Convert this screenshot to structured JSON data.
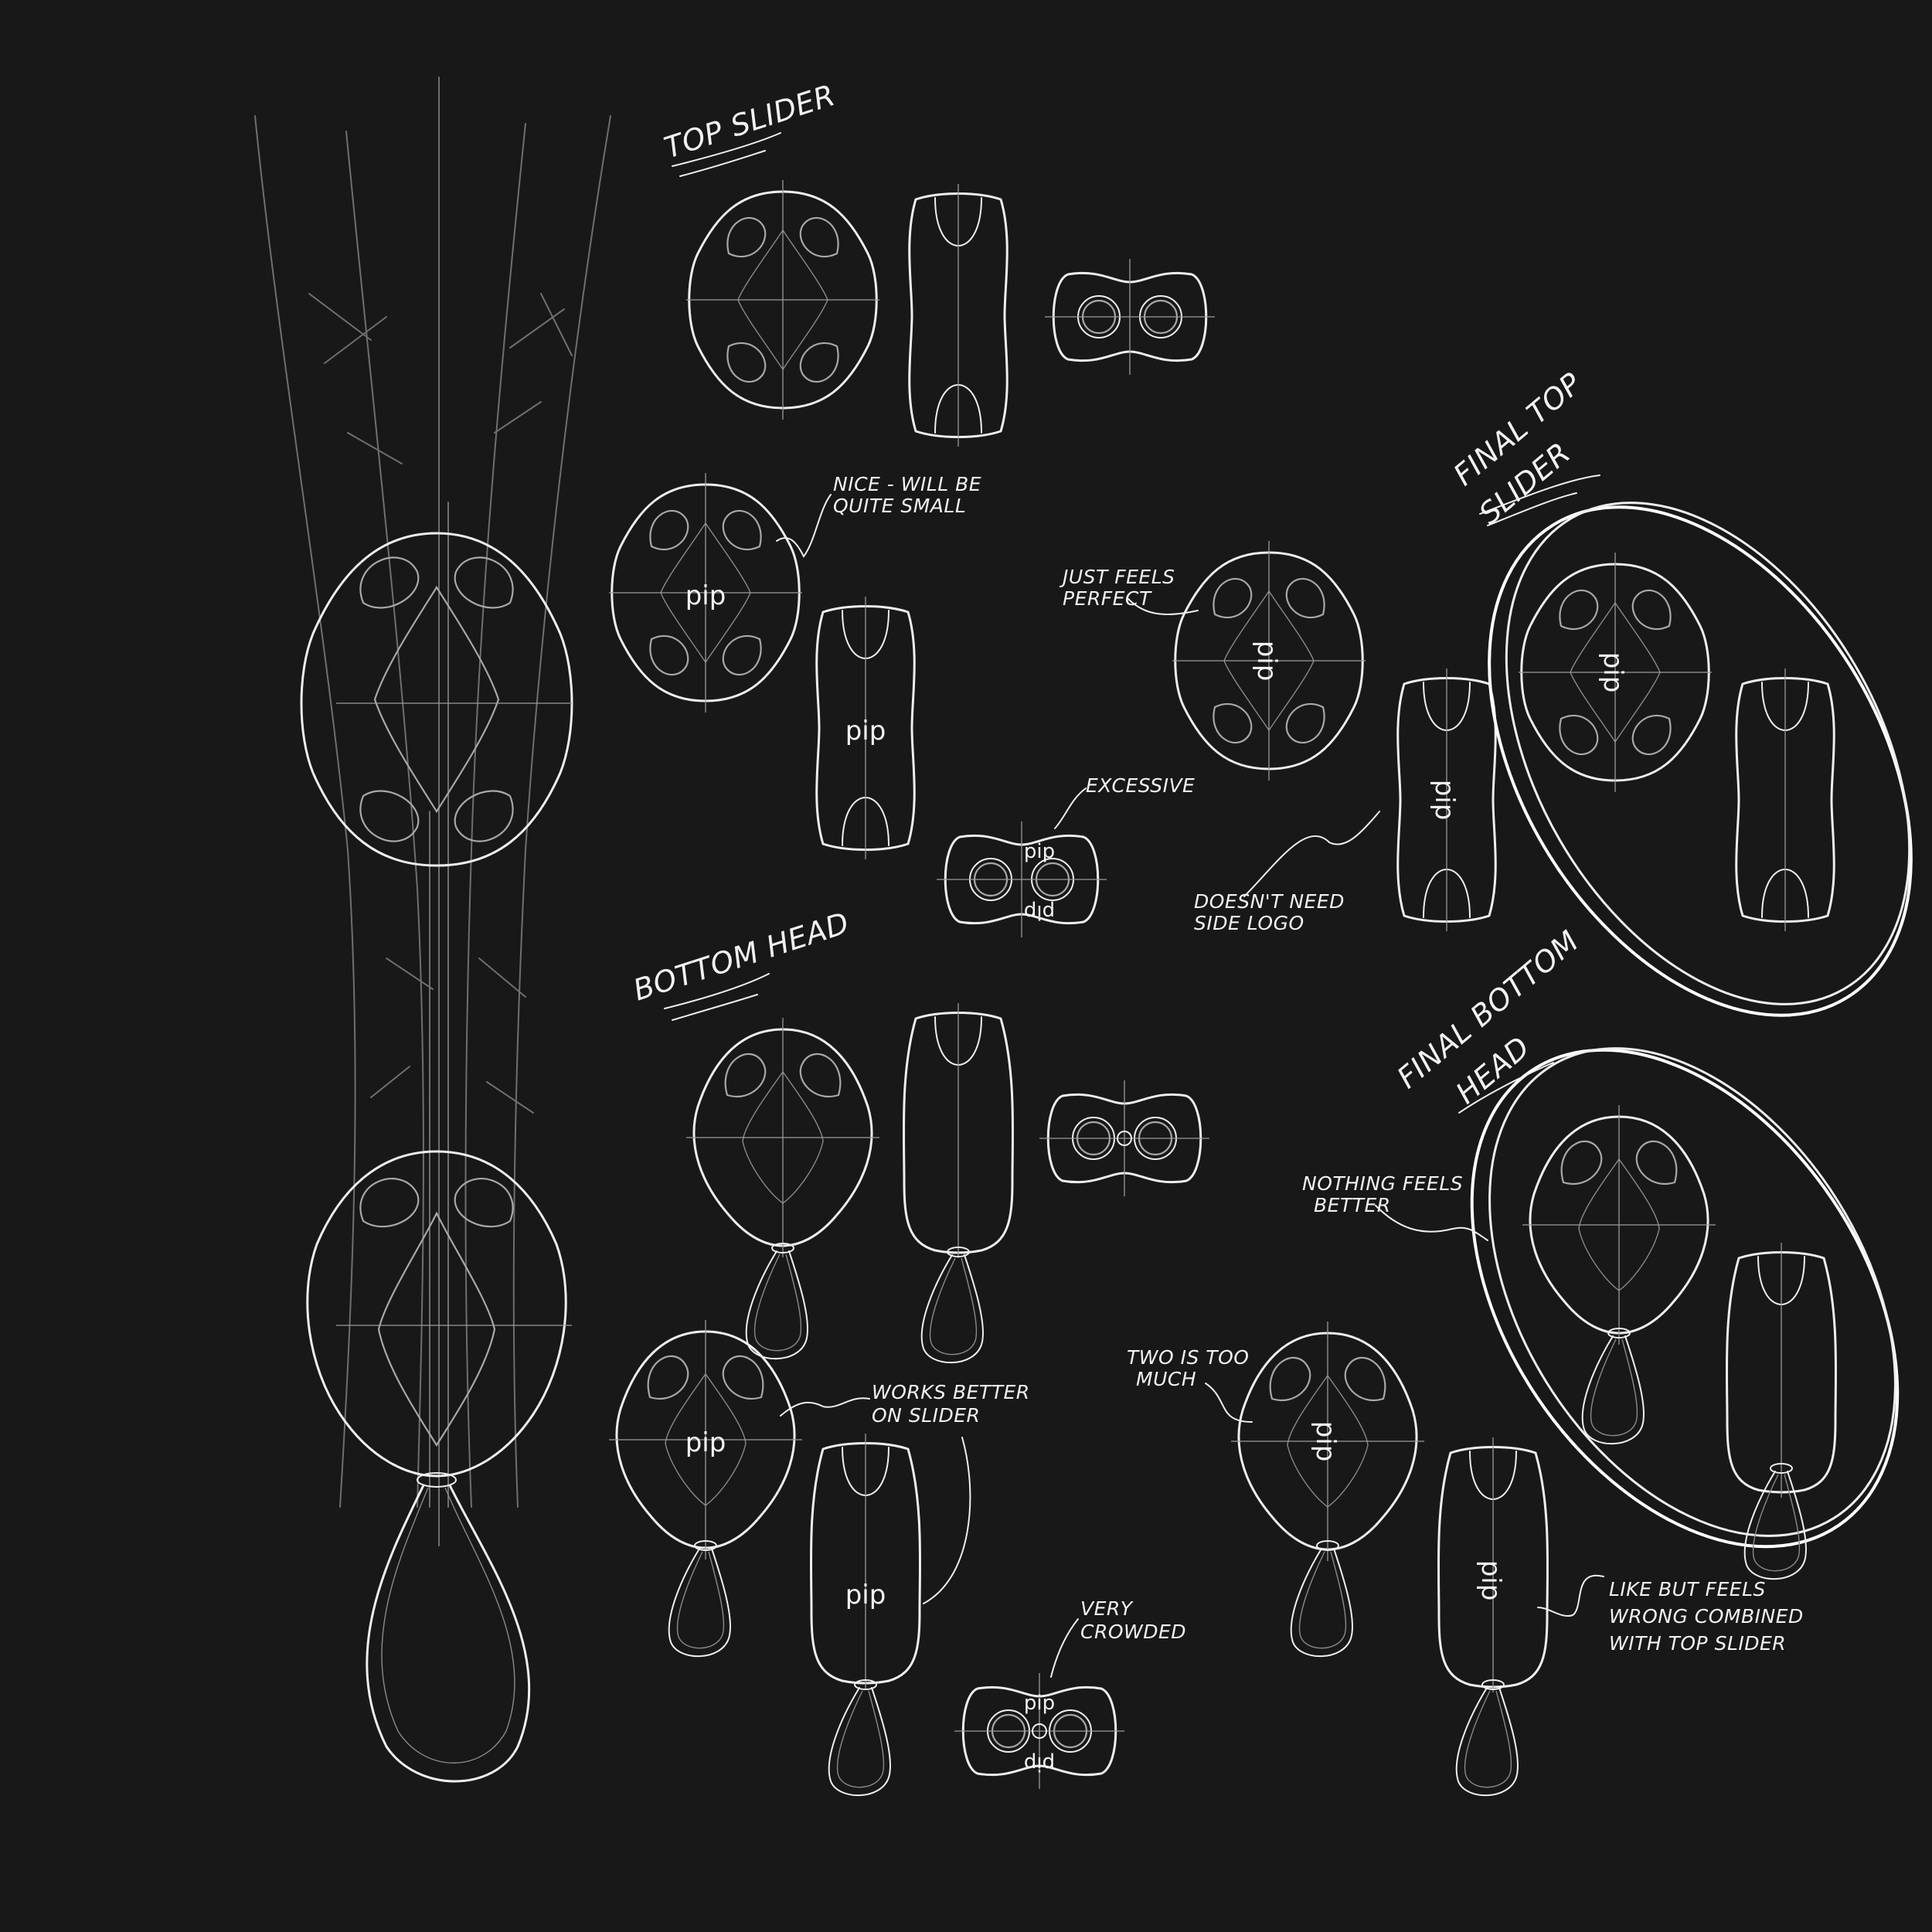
{
  "headings": {
    "top_slider": "TOP SLIDER",
    "bottom_head": "BOTTOM HEAD",
    "final_top_slider_line1": "FINAL TOP",
    "final_top_slider_line2": "SLIDER",
    "final_bottom_head_line1": "FINAL BOTTOM",
    "final_bottom_head_line2": "HEAD"
  },
  "annotations": {
    "nice_small_line1": "NICE - WILL BE",
    "nice_small_line2": "QUITE SMALL",
    "just_feels_line1": "JUST FEELS",
    "just_feels_line2": "PERFECT",
    "excessive": "EXCESSIVE",
    "doesnt_need_line1": "DOESN'T NEED",
    "doesnt_need_line2": "SIDE LOGO",
    "nothing_better_line1": "NOTHING FEELS",
    "nothing_better_line2": "BETTER",
    "works_better_line1": "WORKS BETTER",
    "works_better_line2": "ON SLIDER",
    "two_too_much_line1": "TWO IS TOO",
    "two_too_much_line2": "MUCH",
    "very_crowded_line1": "VERY",
    "very_crowded_line2": "CROWDED",
    "like_but_line1": "LIKE BUT FEELS",
    "like_but_line2": "WRONG COMBINED",
    "like_but_line3": "WITH TOP SLIDER"
  },
  "logo_text": "pip",
  "colors": {
    "background": "#181818",
    "line": "#eeeeee",
    "ghost": "#6f6f6f"
  }
}
